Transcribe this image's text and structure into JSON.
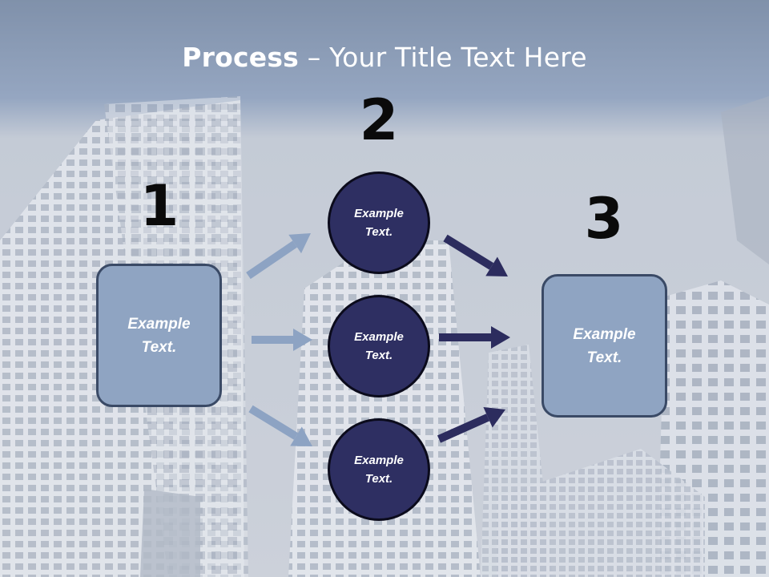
{
  "title": {
    "bold": "Process",
    "rest": " – Your Title Text Here"
  },
  "steps": {
    "one": "1",
    "two": "2",
    "three": "3"
  },
  "left_box": {
    "text": "Example\nText."
  },
  "right_box": {
    "text": "Example\nText."
  },
  "circles": [
    {
      "text": "Example\nText."
    },
    {
      "text": "Example\nText."
    },
    {
      "text": "Example\nText."
    }
  ],
  "colors": {
    "light_arrow": "#8da3c3",
    "dark_arrow": "#2c2c5e",
    "circle_fill": "#2e2f62",
    "box_fill": "#8fa4c2"
  }
}
